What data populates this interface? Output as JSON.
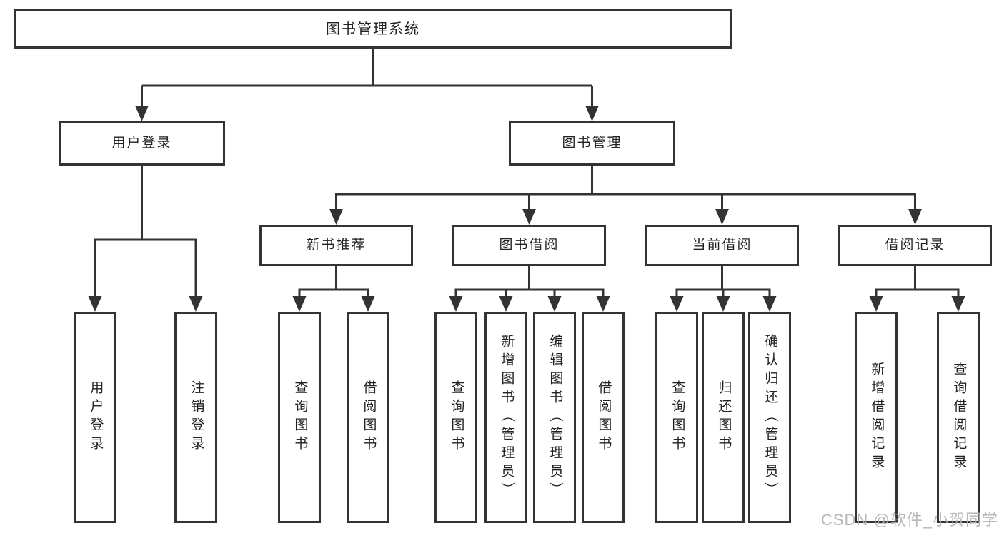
{
  "diagram": {
    "title_node": "root",
    "root": {
      "label": "图书管理系统"
    },
    "level2": [
      {
        "label": "用户登录"
      },
      {
        "label": "图书管理"
      }
    ],
    "level3": [
      {
        "label": "新书推荐"
      },
      {
        "label": "图书借阅"
      },
      {
        "label": "当前借阅"
      },
      {
        "label": "借阅记录"
      }
    ],
    "leaves": {
      "user_login": [
        "用户登录",
        "注销登录"
      ],
      "new_book": [
        "查询图书",
        "借阅图书"
      ],
      "book_borrow": [
        "查询图书",
        "新增图书（管理员）",
        "编辑图书（管理员）",
        "借阅图书"
      ],
      "current_borrow": [
        "查询图书",
        "归还图书",
        "确认归还（管理员）"
      ],
      "borrow_record": [
        "新增借阅记录",
        "查询借阅记录"
      ]
    }
  },
  "watermark": {
    "text": "CSDN @软件_小贺同学",
    "color": "#b2b0b0"
  },
  "colors": {
    "line": "#333333",
    "text": "#222222",
    "background": "#ffffff"
  }
}
